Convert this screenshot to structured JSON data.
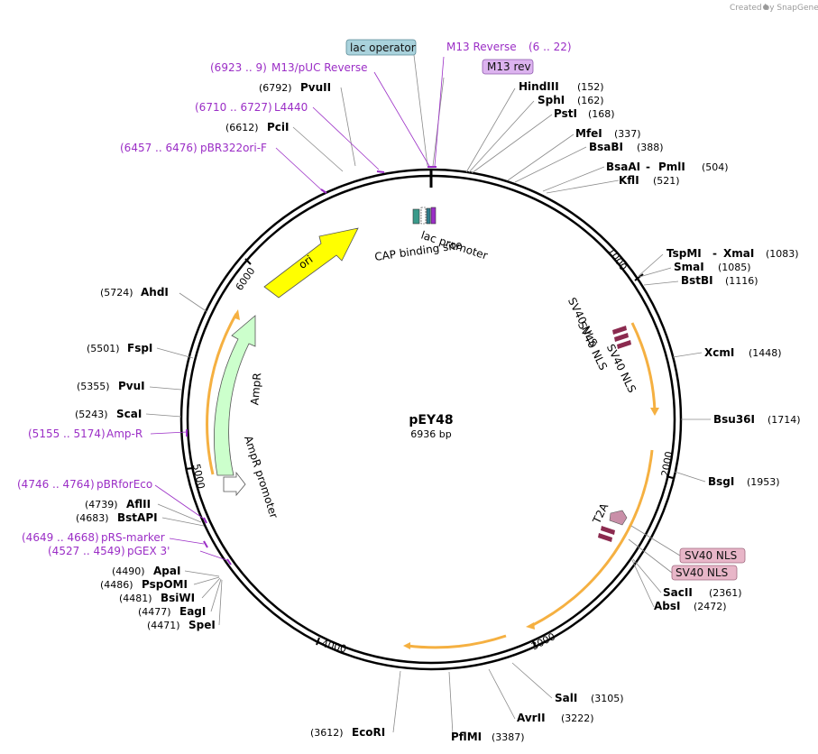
{
  "watermark": "Created by SnapGene",
  "plasmid": {
    "name": "pEY48",
    "size": "6936 bp"
  },
  "ticks": [
    "1000",
    "2000",
    "3000",
    "4000",
    "5000",
    "6000"
  ],
  "sites": [
    {
      "name": "PvuII",
      "pos": "(6792)"
    },
    {
      "name": "HindIII",
      "pos": "(152)"
    },
    {
      "name": "SphI",
      "pos": "(162)"
    },
    {
      "name": "PstI",
      "pos": "(168)"
    },
    {
      "name": "PciI",
      "pos": "(6612)"
    },
    {
      "name": "MfeI",
      "pos": "(337)"
    },
    {
      "name": "BsaBI",
      "pos": "(388)"
    },
    {
      "name": "BsaAI",
      "pos": "(504)"
    },
    {
      "name": "PmlI",
      "pos": ""
    },
    {
      "name": "KflI",
      "pos": "(521)"
    },
    {
      "name": "TspMI",
      "pos": ""
    },
    {
      "name": "XmaI",
      "pos": "(1083)"
    },
    {
      "name": "SmaI",
      "pos": "(1085)"
    },
    {
      "name": "BstBI",
      "pos": "(1116)"
    },
    {
      "name": "AhdI",
      "pos": "(5724)"
    },
    {
      "name": "XcmI",
      "pos": "(1448)"
    },
    {
      "name": "FspI",
      "pos": "(5501)"
    },
    {
      "name": "PvuI",
      "pos": "(5355)"
    },
    {
      "name": "ScaI",
      "pos": "(5243)"
    },
    {
      "name": "Bsu36I",
      "pos": "(1714)"
    },
    {
      "name": "BsgI",
      "pos": "(1953)"
    },
    {
      "name": "AflII",
      "pos": "(4739)"
    },
    {
      "name": "BstAPI",
      "pos": "(4683)"
    },
    {
      "name": "ApaI",
      "pos": "(4490)"
    },
    {
      "name": "PspOMI",
      "pos": "(4486)"
    },
    {
      "name": "BsiWI",
      "pos": "(4481)"
    },
    {
      "name": "EagI",
      "pos": "(4477)"
    },
    {
      "name": "SpeI",
      "pos": "(4471)"
    },
    {
      "name": "SacII",
      "pos": "(2361)"
    },
    {
      "name": "AbsI",
      "pos": "(2472)"
    },
    {
      "name": "SalI",
      "pos": "(3105)"
    },
    {
      "name": "AvrII",
      "pos": "(3222)"
    },
    {
      "name": "EcoRI",
      "pos": "(3612)"
    },
    {
      "name": "PflMI",
      "pos": "(3387)"
    }
  ],
  "primers": [
    {
      "name": "M13 Reverse",
      "pos": "(6 .. 22)"
    },
    {
      "name": "M13/pUC Reverse",
      "pos": "(6923 .. 9)"
    },
    {
      "name": "L4440",
      "pos": "(6710 .. 6727)"
    },
    {
      "name": "pBR322ori-F",
      "pos": "(6457 .. 6476)"
    },
    {
      "name": "Amp-R",
      "pos": "(5155 .. 5174)"
    },
    {
      "name": "pBRforEco",
      "pos": "(4746 .. 4764)"
    },
    {
      "name": "pRS-marker",
      "pos": "(4649 .. 4668)"
    },
    {
      "name": "pGEX 3'",
      "pos": "(4527 .. 4549)"
    }
  ],
  "boxes": [
    {
      "label": "lac operator",
      "color": "#a9d2dc"
    },
    {
      "label": "M13 rev",
      "color": "#dcb3ef"
    },
    {
      "label": "SV40 NLS",
      "color": "#e8b6c8"
    },
    {
      "label": "SV40 NLS",
      "color": "#e8b6c8"
    }
  ],
  "features": {
    "ori": "ori",
    "ampr": "AmpR",
    "ampr_promoter": "AmpR promoter",
    "lac_promoter": "lac promoter",
    "cap_site": "CAP binding site",
    "sv40_a": "SV40 NLS",
    "sv40_b": "SV40 NLS",
    "sv40_c": "SV40 NLS",
    "t2a": "T2A"
  },
  "colors": {
    "ori": "#ffff00",
    "ampr": "#ccffcc",
    "orf_arrow": "#f5b041",
    "nls": "#8b2a4f",
    "t2a": "#c98fa8",
    "primer": "#9b2ec6",
    "lac_operator": "#2e7d8c",
    "cap": "#3a9a8a"
  }
}
